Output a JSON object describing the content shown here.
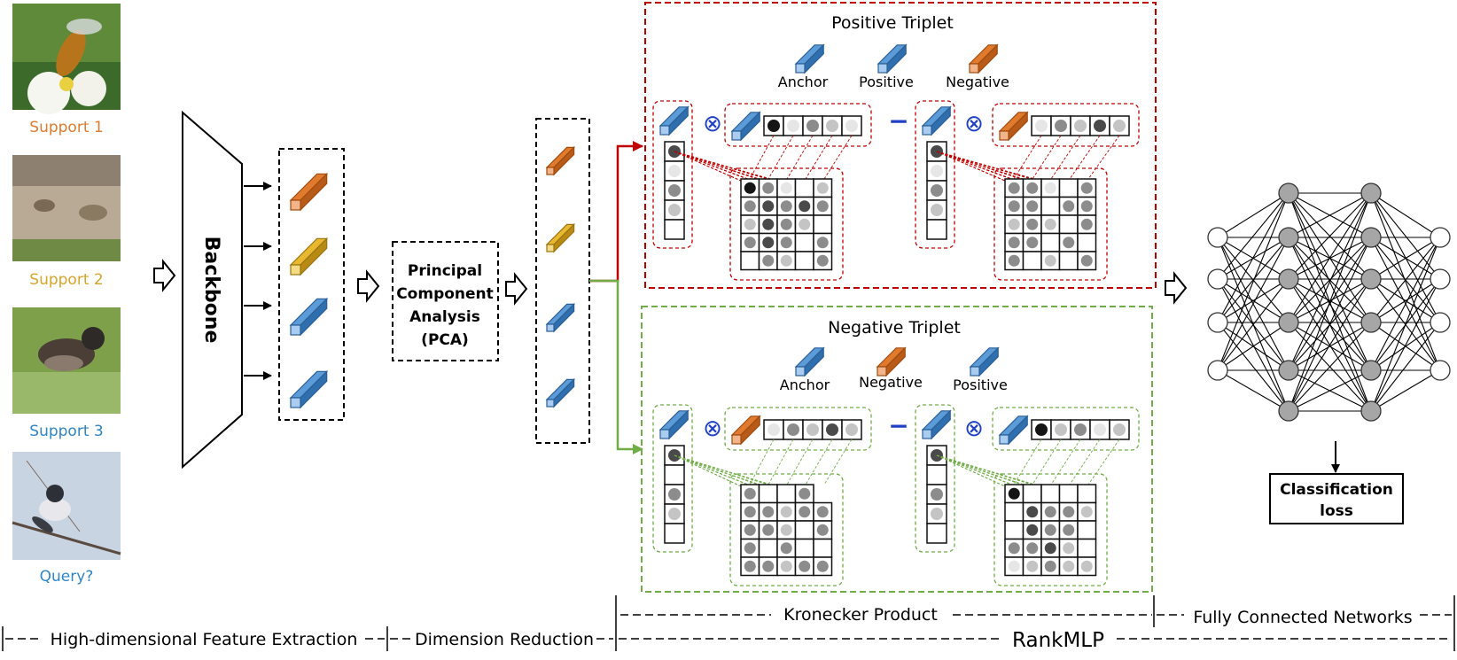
{
  "supports": [
    {
      "label": "Support 1",
      "color": "#E07B2E",
      "scene": "bee"
    },
    {
      "label": "Support 2",
      "color": "#E0A92E",
      "scene": "dogs"
    },
    {
      "label": "Support 3",
      "color": "#2E86C8",
      "scene": "bird-ground"
    },
    {
      "label": "Query?",
      "color": "#2E86C8",
      "scene": "bird-branch"
    }
  ],
  "colors": {
    "orange": "#E07B2E",
    "yellow": "#E8B830",
    "blue": "#5A9BD8",
    "positive_box": "#C00000",
    "negative_box": "#70AD47",
    "minus": "#1F3FC6",
    "otimes": "#1F3FC6"
  },
  "backbone": {
    "label": "Backbone"
  },
  "pca": {
    "lines": [
      "Principal",
      "Component",
      "Analysis",
      "(PCA)"
    ]
  },
  "positive_triplet": {
    "title": "Positive Triplet",
    "legend": [
      {
        "label": "Anchor",
        "color": "blue"
      },
      {
        "label": "Positive",
        "color": "blue"
      },
      {
        "label": "Negative",
        "color": "orange"
      }
    ]
  },
  "negative_triplet": {
    "title": "Negative Triplet",
    "legend": [
      {
        "label": "Anchor",
        "color": "blue"
      },
      {
        "label": "Negative",
        "color": "orange"
      },
      {
        "label": "Positive",
        "color": "blue"
      }
    ]
  },
  "operators": {
    "minus": "−",
    "kron": "⊗"
  },
  "classification": {
    "lines": [
      "Classification",
      "loss"
    ]
  },
  "bottom": {
    "kronecker": "Kronecker Product",
    "fcn": "Fully Connected Networks",
    "hfe": "High-dimensional Feature Extraction",
    "dr": "Dimension Reduction",
    "rankmlp": "RankMLP"
  }
}
